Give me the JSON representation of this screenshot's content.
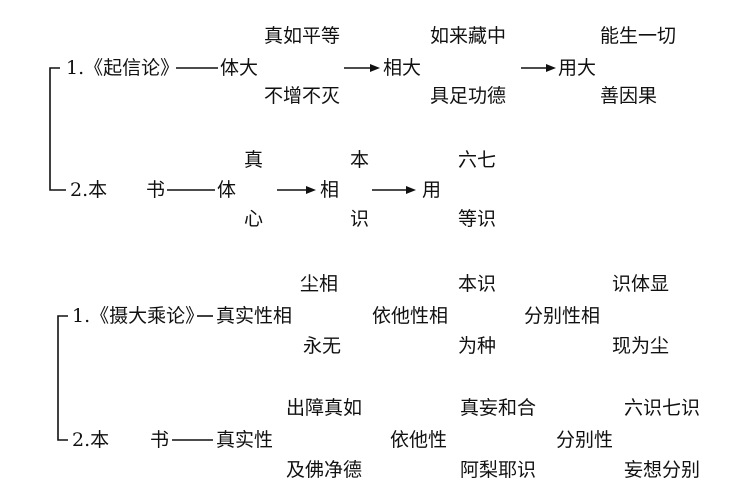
{
  "diagram1": {
    "row1": {
      "label": "1.《起信论》",
      "head": "体大",
      "n1": {
        "top": "真如平等",
        "bottom": "不增不灭"
      },
      "mid": "相大",
      "n2": {
        "top": "如来藏中",
        "bottom": "具足功德"
      },
      "end": "用大",
      "n3": {
        "top": "能生一切",
        "bottom": "善因果"
      }
    },
    "row2": {
      "label": "2.本",
      "label2": "书",
      "head": "体",
      "n1": {
        "top": "真",
        "bottom": "心"
      },
      "mid": "相",
      "n2": {
        "top": "本",
        "bottom": "识"
      },
      "end": "用",
      "n3": {
        "top": "六七",
        "bottom": "等识"
      }
    }
  },
  "diagram2": {
    "row1": {
      "label": "1.《摄大乘论》",
      "head": "真实性相",
      "n1": {
        "top": "尘相",
        "bottom": "永无"
      },
      "mid": "依他性相",
      "n2": {
        "top": "本识",
        "bottom": "为种"
      },
      "end": "分别性相",
      "n3": {
        "top": "识体显",
        "bottom": "现为尘"
      }
    },
    "row2": {
      "label": "2.本",
      "label2": "书",
      "head": "真实性",
      "n1": {
        "top": "出障真如",
        "bottom": "及佛净德"
      },
      "mid": "依他性",
      "n2": {
        "top": "真妄和合",
        "bottom": "阿梨耶识"
      },
      "end": "分别性",
      "n3": {
        "top": "六识七识",
        "bottom": "妄想分别"
      }
    }
  }
}
